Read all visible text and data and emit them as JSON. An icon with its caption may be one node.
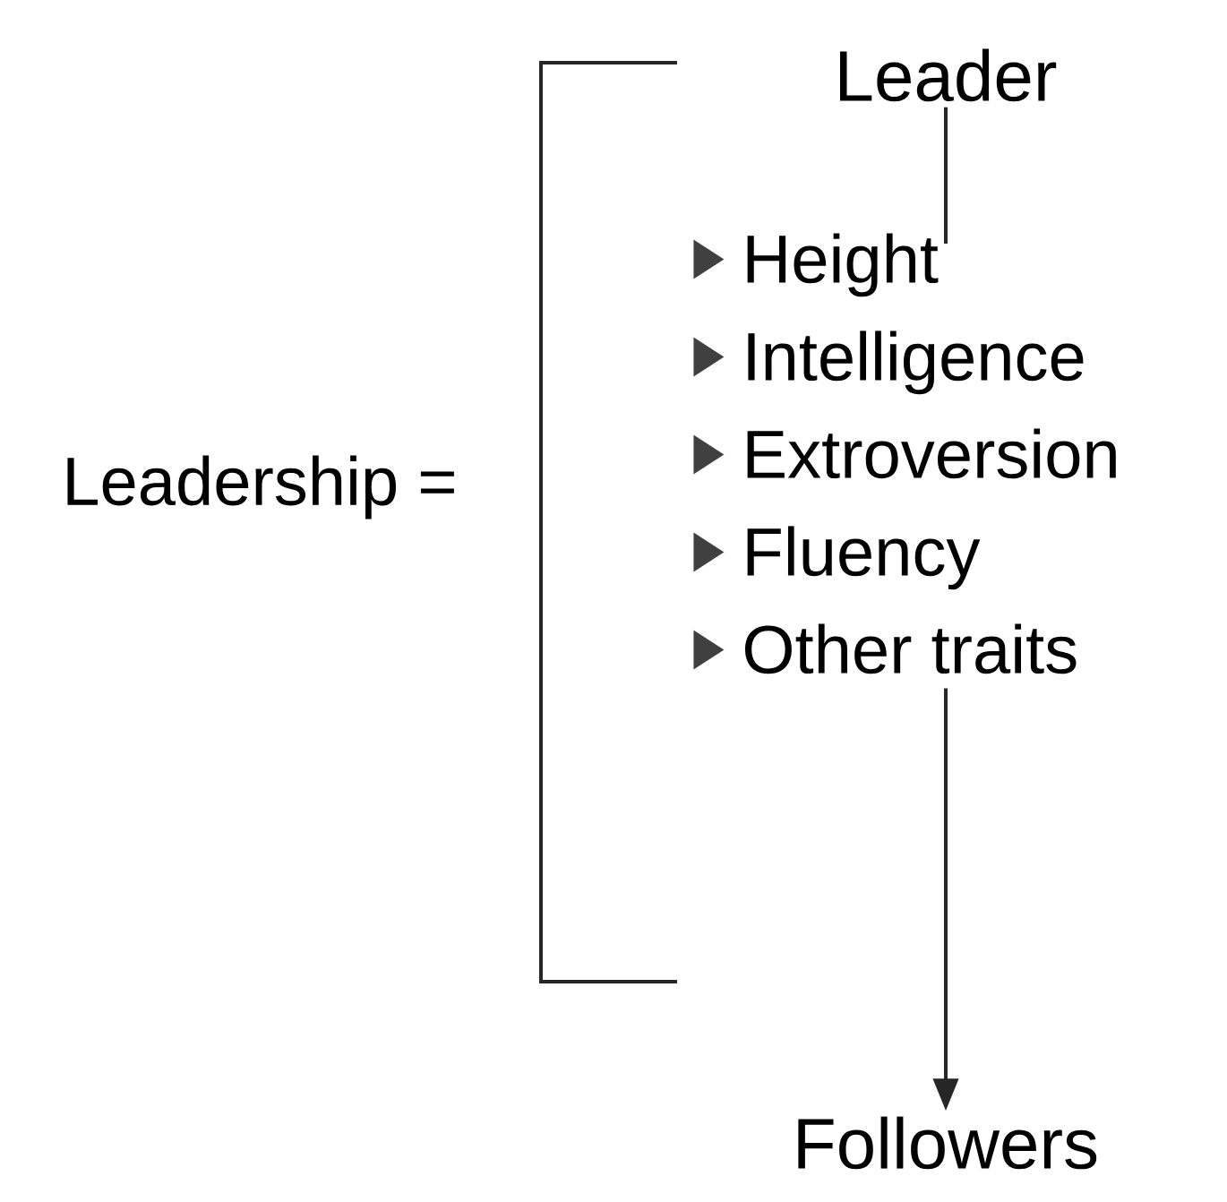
{
  "diagram": {
    "nodes": [
      {
        "text": [
          "Leader"
        ]
      },
      {
        "text": [
          "Height",
          "Intelligence",
          "Extroversion",
          "Fluency",
          "Other traits"
        ]
      },
      {
        "text": [
          "Followers"
        ]
      }
    ],
    "edges": [
      {
        "from": 0,
        "to": 1,
        "arrow": "none"
      },
      {
        "from": 1,
        "to": 2,
        "arrow": "to"
      }
    ],
    "labels": [
      "Leadership ="
    ]
  }
}
